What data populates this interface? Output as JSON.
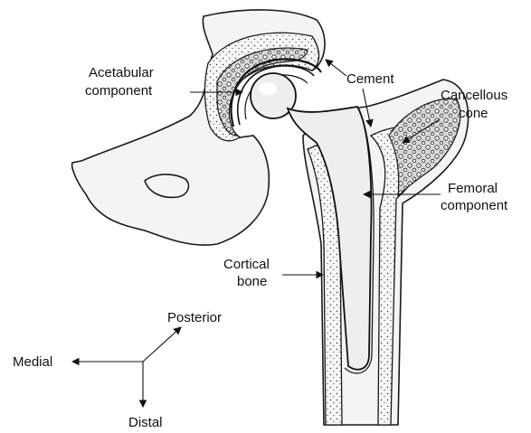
{
  "labels": {
    "acetabular": [
      "Acetabular",
      "component"
    ],
    "cement": "Cement",
    "cancellous": [
      "Cancellous",
      "cone"
    ],
    "femoral": [
      "Femoral",
      "component"
    ],
    "cortical": [
      "Cortical",
      "bone"
    ]
  },
  "orientation": {
    "posterior": "Posterior",
    "medial": "Medial",
    "distal": "Distal"
  }
}
